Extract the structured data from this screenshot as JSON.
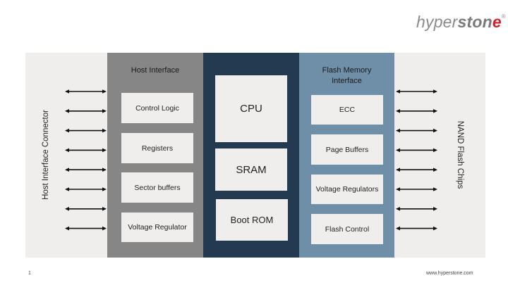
{
  "logo": {
    "prefix": "hyper",
    "bold": "ston",
    "accent": "e",
    "mark": "®",
    "accent_color": "#d3202a"
  },
  "left_label": "Host Interface Connector",
  "right_label": "NAND Flash Chips",
  "host_interface": {
    "title": "Host Interface",
    "blocks": [
      "Control Logic",
      "Registers",
      "Sector buffers",
      "Voltage Regulator"
    ],
    "color": "#868686"
  },
  "core": {
    "blocks": [
      "CPU",
      "SRAM",
      "Boot ROM"
    ],
    "color": "#233a51"
  },
  "flash_interface": {
    "title_line1": "Flash Memory",
    "title_line2": "Interface",
    "blocks": [
      "ECC",
      "Page Buffers",
      "Voltage Regulators",
      "Flash Control"
    ],
    "color": "#6f8fa8"
  },
  "connections": {
    "left_arrow_count": 8,
    "right_arrow_count": 8,
    "direction": "bidirectional"
  },
  "footer": {
    "page_number": "1",
    "url": "www.hyperstone.com"
  }
}
